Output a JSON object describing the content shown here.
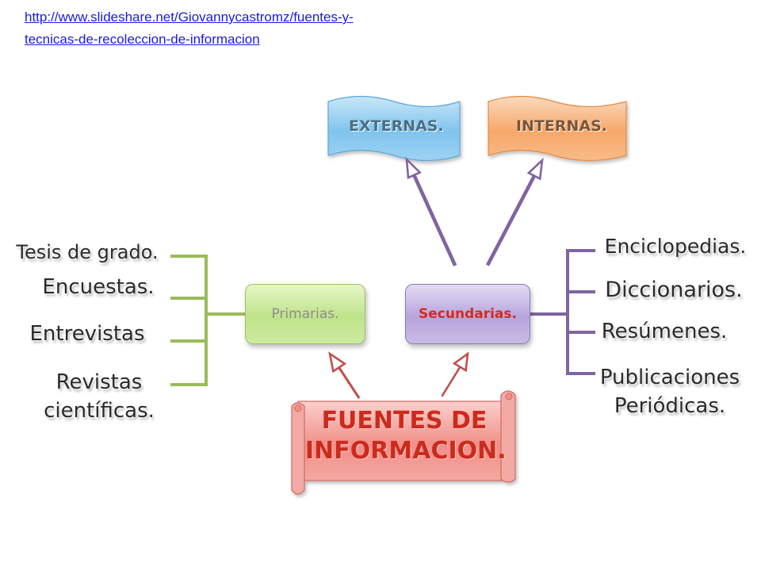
{
  "source_link": "http://www.slideshare.net/Giovannycastromz/fuentes-y-tecnicas-de-recoleccion-de-informacion",
  "title": {
    "line1": "FUENTES DE",
    "line2": "INFORMACION."
  },
  "nodes": {
    "primarias": "Primarias.",
    "secundarias": "Secundarias.",
    "externas": "EXTERNAS.",
    "internas": "INTERNAS."
  },
  "primarias_items": [
    "Tesis de grado.",
    "Encuestas.",
    "Entrevistas",
    "Revistas científicas."
  ],
  "secundarias_items": [
    "Enciclopedias.",
    "Diccionarios.",
    "Resúmenes.",
    "Publicaciones Periódicas."
  ],
  "colors": {
    "green": "#9bbb59",
    "purple": "#8064a2",
    "red": "#c0504d",
    "link": "#1a1ae6",
    "title": "#cc2a1c"
  }
}
